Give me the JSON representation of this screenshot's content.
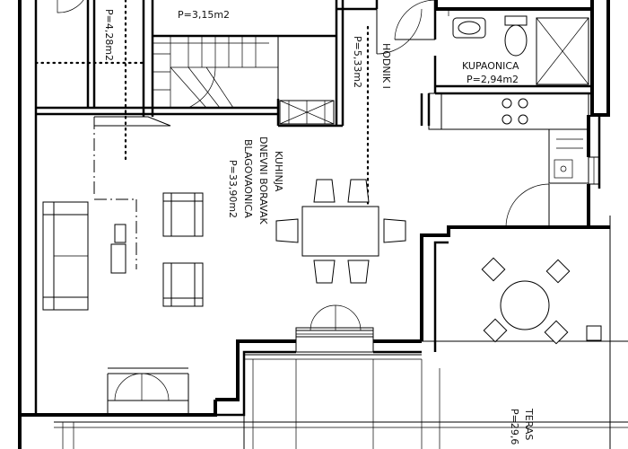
{
  "rooms": {
    "top_left_area": "P=4,28m2",
    "stair_area": "P=3,15m2",
    "hall_name": "HODNIK I",
    "hall_area": "P=5,33m2",
    "bath_name": "KUPAONICA",
    "bath_area": "P=2,94m2",
    "living_line1": "KUHINJA",
    "living_line2": "DNEVNI BORAVAK",
    "living_line3": "BLAGOVAONICA",
    "living_area": "P=33,90m2",
    "terrace_name": "TERAS",
    "terrace_area": "P=29,6"
  }
}
